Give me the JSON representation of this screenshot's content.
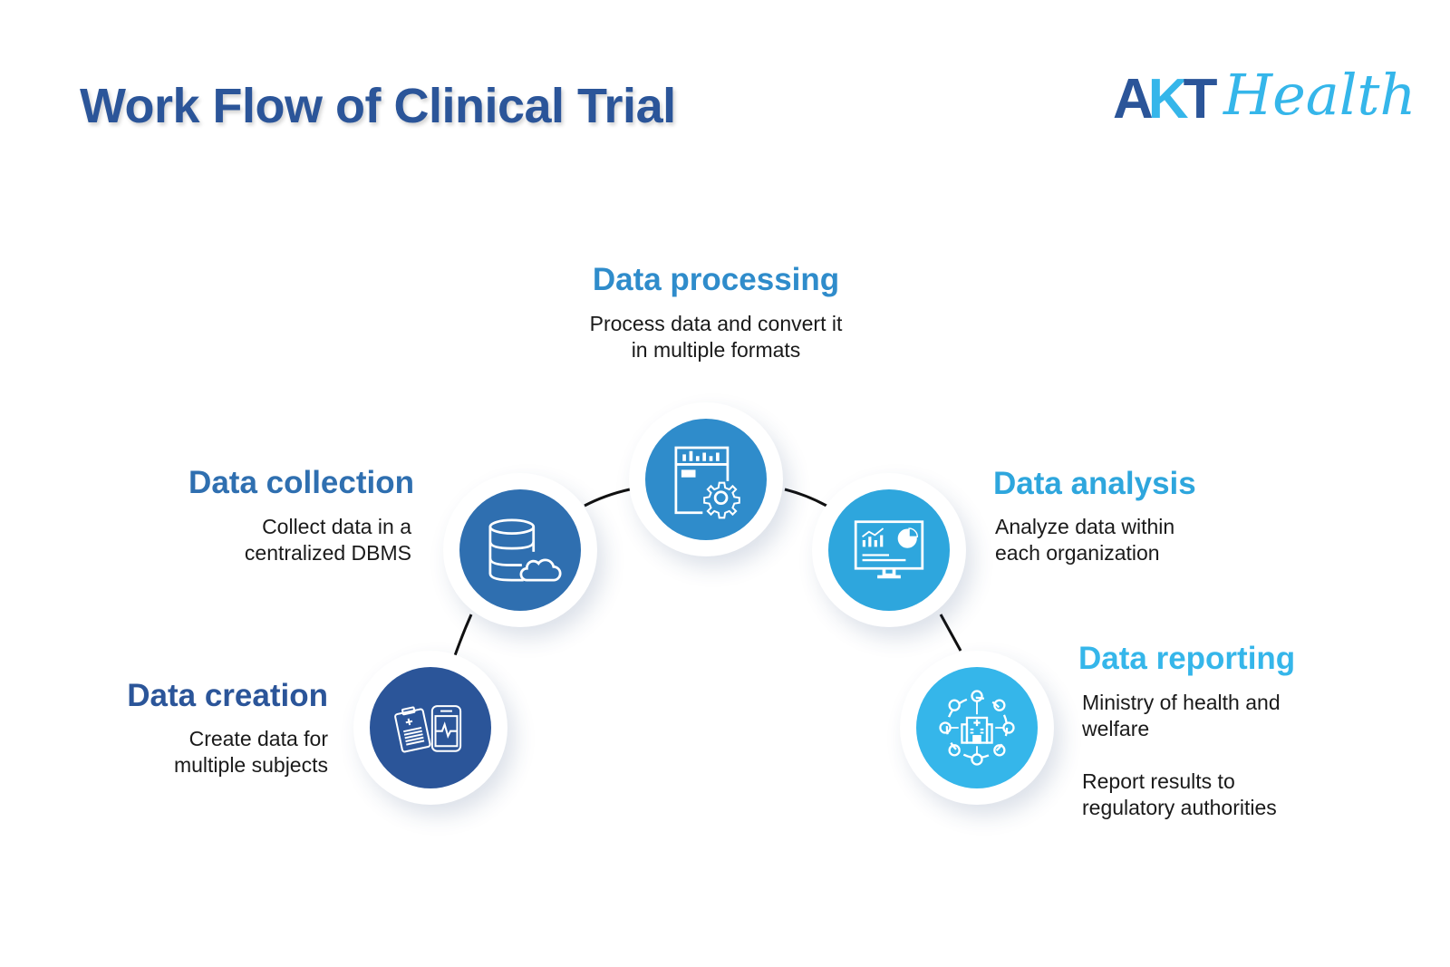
{
  "header": {
    "title": "Work Flow of Clinical Trial",
    "logo": {
      "brand_part1": "AKT",
      "brand_part2": "Health"
    }
  },
  "colors": {
    "title": "#2b5599",
    "creation": "#2b5599",
    "collection": "#2f6fb0",
    "processing": "#2f8ccb",
    "analysis": "#2ea6dd",
    "reporting": "#35b6ea",
    "connector": "#111111"
  },
  "steps": [
    {
      "id": "creation",
      "title": "Data creation",
      "description_lines": [
        "Create data for",
        "multiple subjects"
      ],
      "icon": "clipboard-and-heart-monitor-icon"
    },
    {
      "id": "collection",
      "title": "Data collection",
      "description_lines": [
        "Collect data in a",
        "centralized DBMS"
      ],
      "icon": "database-cloud-icon"
    },
    {
      "id": "processing",
      "title": "Data processing",
      "description_lines": [
        "Process data and convert it",
        "in multiple formats"
      ],
      "icon": "document-gear-icon"
    },
    {
      "id": "analysis",
      "title": "Data analysis",
      "description_lines": [
        "Analyze data within",
        "each organization"
      ],
      "icon": "monitor-charts-icon"
    },
    {
      "id": "reporting",
      "title": "Data reporting",
      "description_lines": [
        "Ministry of health and",
        "welfare",
        "",
        "Report results to",
        "regulatory authorities"
      ],
      "icon": "hospital-network-icon"
    }
  ]
}
